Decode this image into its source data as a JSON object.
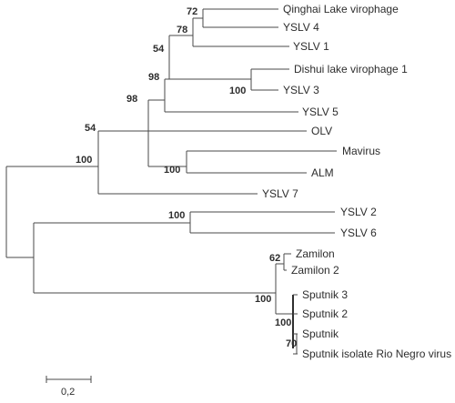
{
  "tree": {
    "taxa": {
      "qinghai": "Qinghai Lake virophage",
      "yslv4": "YSLV 4",
      "yslv1": "YSLV 1",
      "dishui": "Dishui lake virophage 1",
      "yslv3": "YSLV 3",
      "yslv5": "YSLV 5",
      "olv": "OLV",
      "mavirus": "Mavirus",
      "alm": "ALM",
      "yslv7": "YSLV 7",
      "yslv2": "YSLV 2",
      "yslv6": "YSLV 6",
      "zamilon": "Zamilon",
      "zamilon2": "Zamilon 2",
      "sputnik3": "Sputnik 3",
      "sputnik2": "Sputnik 2",
      "sputnik": "Sputnik",
      "sputnik_rio": "Sputnik isolate Rio Negro virus"
    },
    "support": {
      "n72": "72",
      "n78": "78",
      "n54_upper": "54",
      "n98_a": "98",
      "n100_dishui": "100",
      "n98_b": "98",
      "n54_lower": "54",
      "n100_mavirus": "100",
      "n100_yslv2": "100",
      "n62": "62",
      "n100_sputnik_clade": "100",
      "n100_sputnik_inner": "100",
      "n70": "70"
    },
    "scale_bar": {
      "label": "0,2"
    }
  }
}
